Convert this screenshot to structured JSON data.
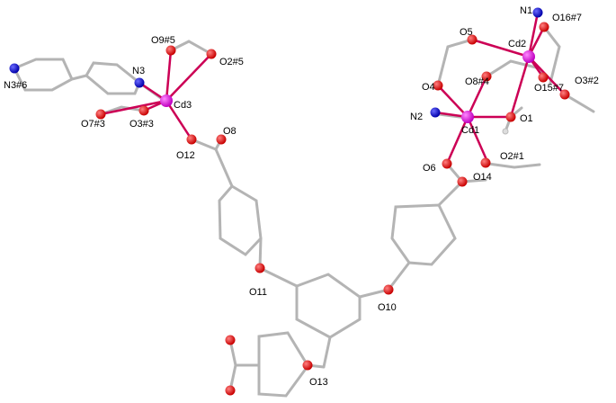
{
  "colors": {
    "cadmium": "#e000e0",
    "oxygen": "#dd0000",
    "nitrogen": "#0000cc",
    "bond": "#b4b4b4",
    "coord_bond": "#cc0055"
  },
  "labels": {
    "n1": "N1",
    "o16_7": "O16#7",
    "o5": "O5",
    "cd2": "Cd2",
    "o3_2": "O3#2",
    "o8_4": "O8#4",
    "o15_7": "O15#7",
    "o4": "O4",
    "o1": "O1",
    "n2": "N2",
    "cd1": "Cd1",
    "o6": "O6",
    "o2_1": "O2#1",
    "o14": "O14",
    "o9_5": "O9#5",
    "o2_5": "O2#5",
    "n3": "N3",
    "cd3": "Cd3",
    "n3_6": "N3#6",
    "o7_3": "O7#3",
    "o3_3": "O3#3",
    "o12": "O12",
    "o8": "O8",
    "o11": "O11",
    "o10": "O10",
    "o13": "O13"
  }
}
